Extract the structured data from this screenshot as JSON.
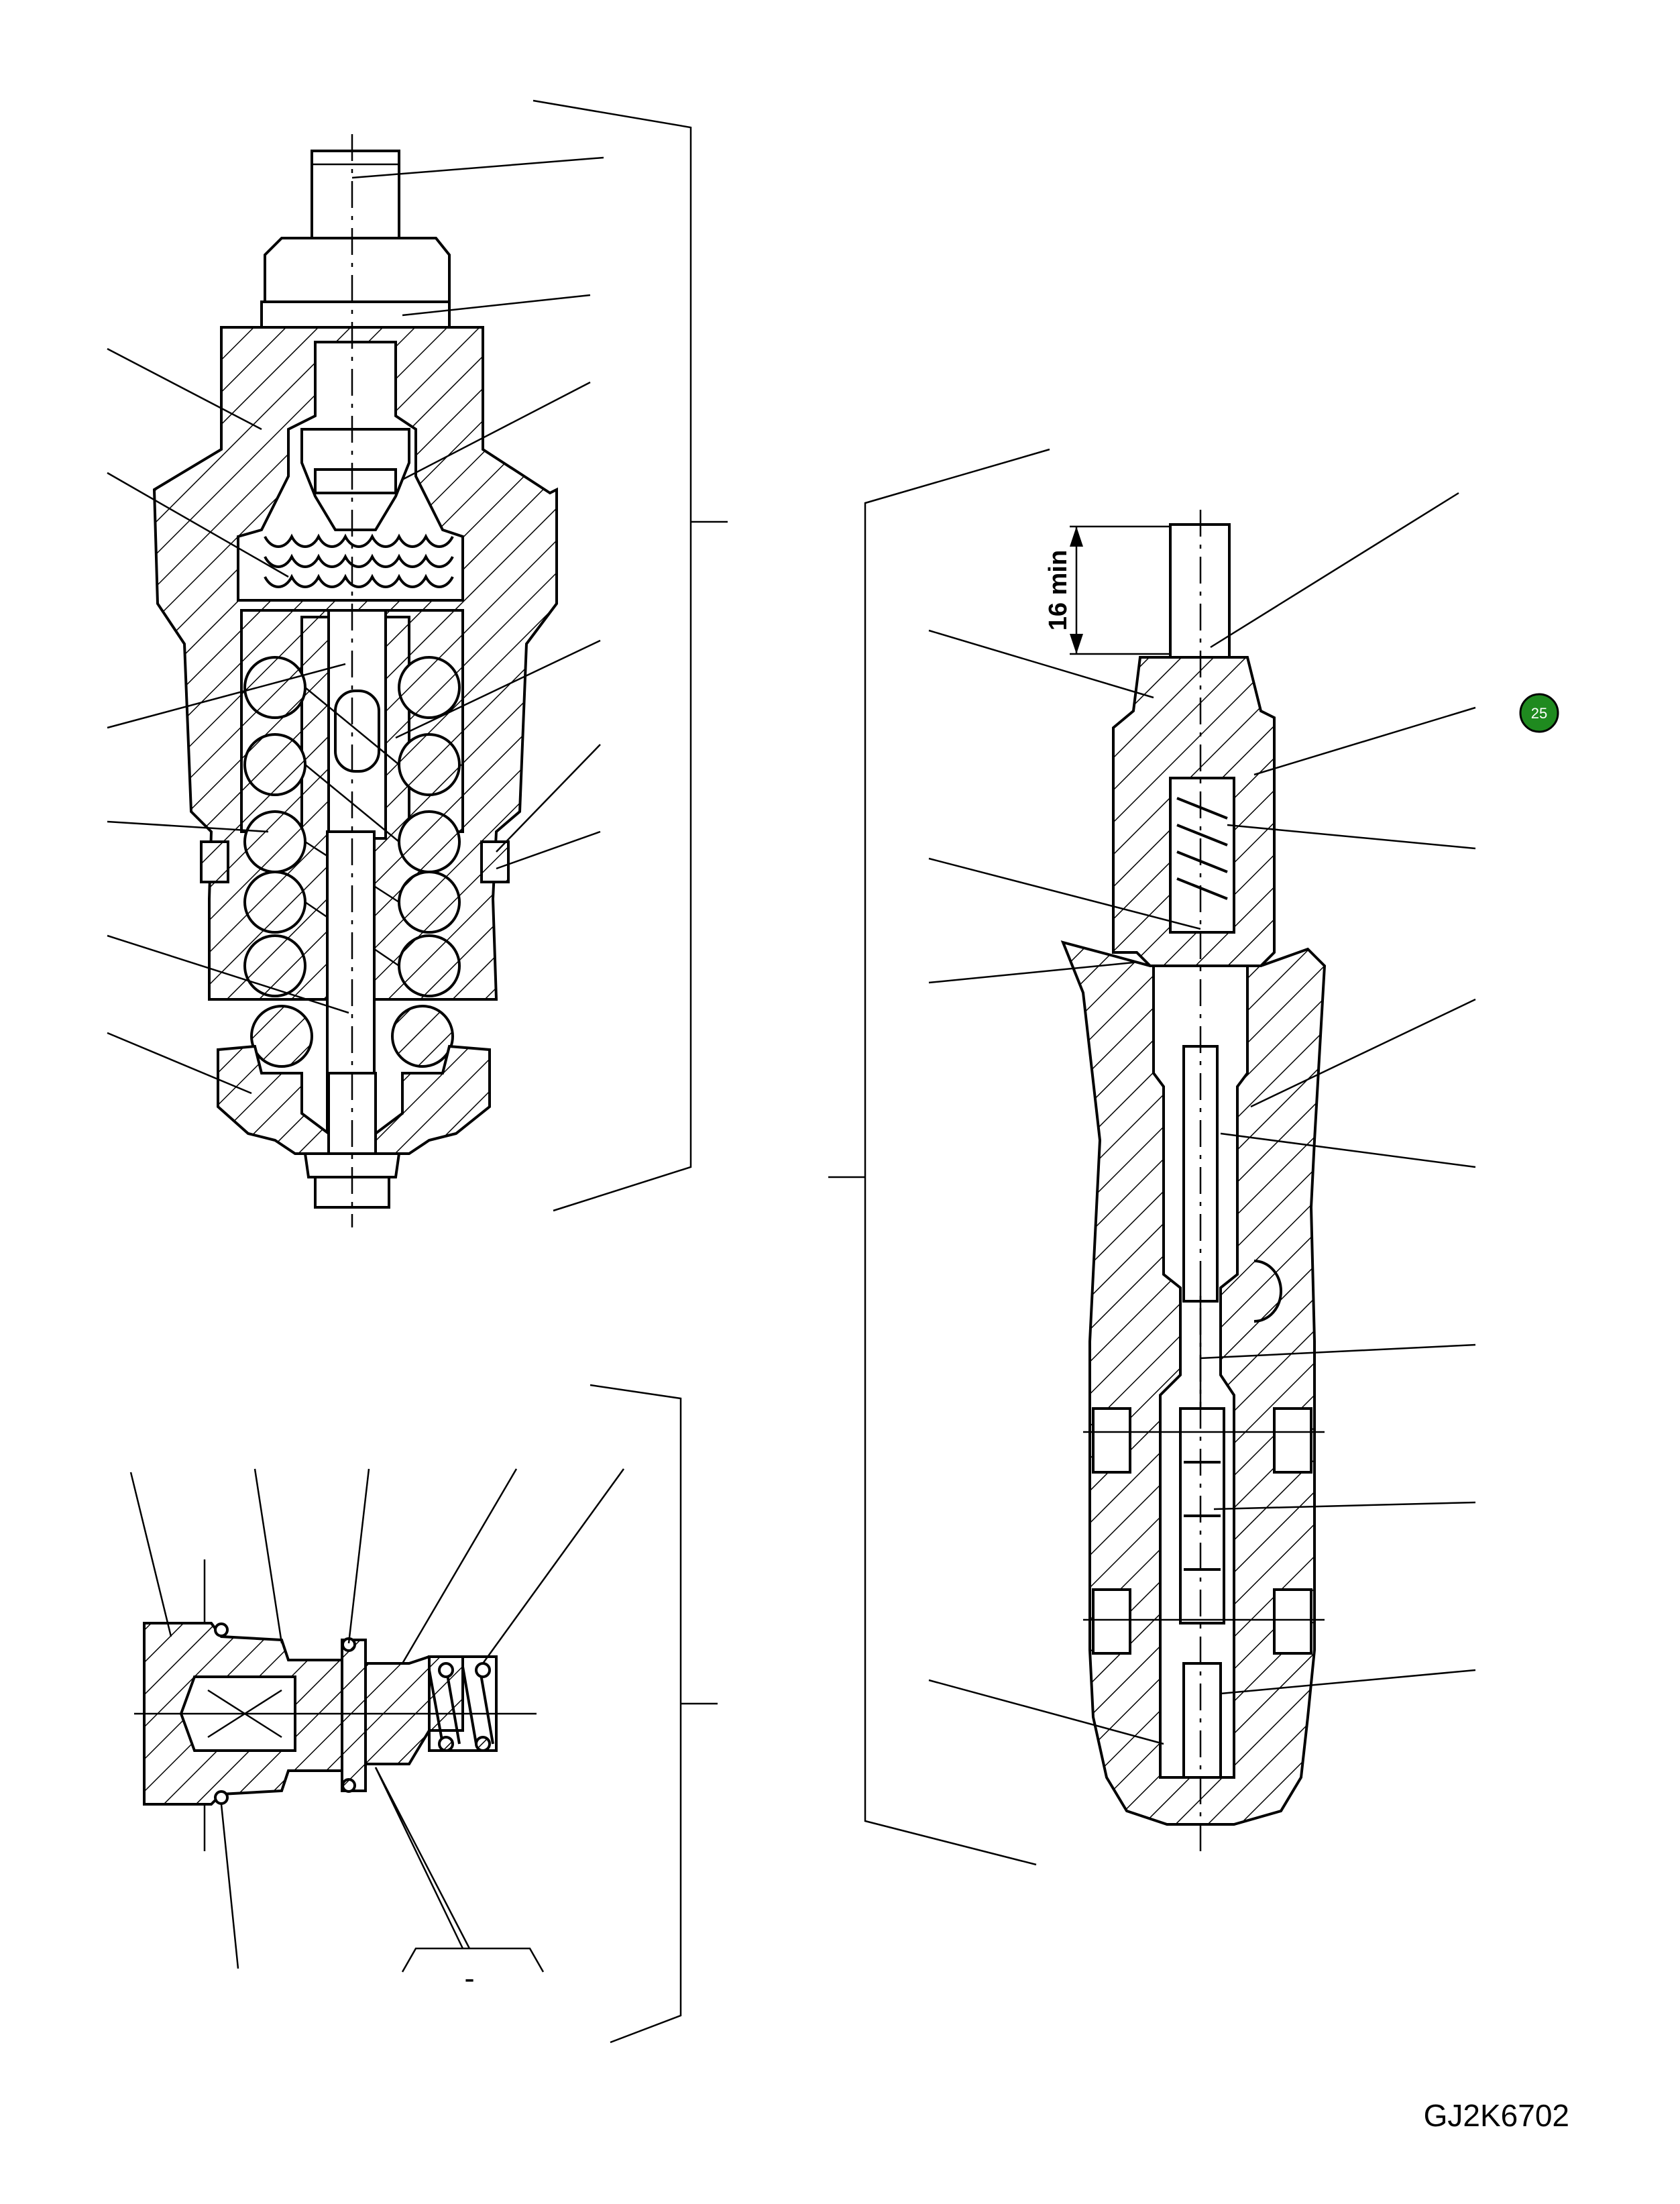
{
  "drawing": {
    "code": "GJ2K6702",
    "callout_number": "25",
    "dimension_label": "16 min",
    "dash_label": "-"
  },
  "colors": {
    "line": "#000000",
    "background": "#ffffff",
    "badge": "#1f8a1f"
  }
}
